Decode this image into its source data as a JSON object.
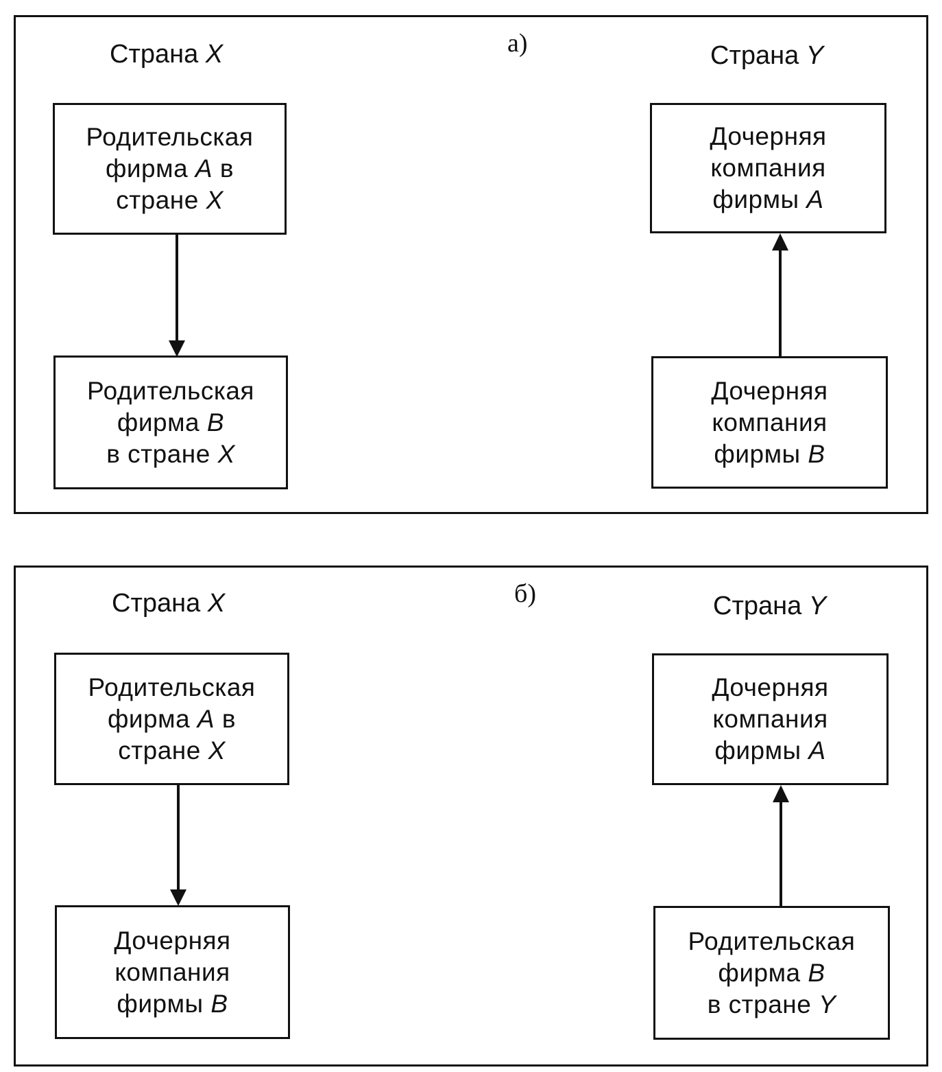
{
  "panel_a": {
    "label": "а)",
    "country_left": {
      "text": "Страна ",
      "var": "X"
    },
    "country_right": {
      "text": "Страна ",
      "var": "Y"
    },
    "box_top_left": [
      [
        "Родительская",
        ""
      ],
      [
        "фирма ",
        "A",
        " в"
      ],
      [
        "стране ",
        "X"
      ]
    ],
    "box_bottom_left": [
      [
        "Родительская",
        ""
      ],
      [
        "фирма ",
        "B"
      ],
      [
        "в стране ",
        "X"
      ]
    ],
    "box_top_right": [
      [
        "Дочерняя",
        ""
      ],
      [
        "компания",
        ""
      ],
      [
        "фирмы ",
        "A"
      ]
    ],
    "box_bottom_right": [
      [
        "Дочерняя",
        ""
      ],
      [
        "компания",
        ""
      ],
      [
        "фирмы ",
        "B"
      ]
    ]
  },
  "panel_b": {
    "label": "б)",
    "country_left": {
      "text": "Страна ",
      "var": "X"
    },
    "country_right": {
      "text": "Страна ",
      "var": "Y"
    },
    "box_top_left": [
      [
        "Родительская",
        ""
      ],
      [
        "фирма ",
        "A",
        " в"
      ],
      [
        "стране ",
        "X"
      ]
    ],
    "box_bottom_left": [
      [
        "Дочерняя",
        ""
      ],
      [
        "компания",
        ""
      ],
      [
        "фирмы ",
        "B"
      ]
    ],
    "box_top_right": [
      [
        "Дочерняя",
        ""
      ],
      [
        "компания",
        ""
      ],
      [
        "фирмы ",
        "A"
      ]
    ],
    "box_bottom_right": [
      [
        "Родительская",
        ""
      ],
      [
        "фирма ",
        "B"
      ],
      [
        "в стране ",
        "Y"
      ]
    ]
  }
}
